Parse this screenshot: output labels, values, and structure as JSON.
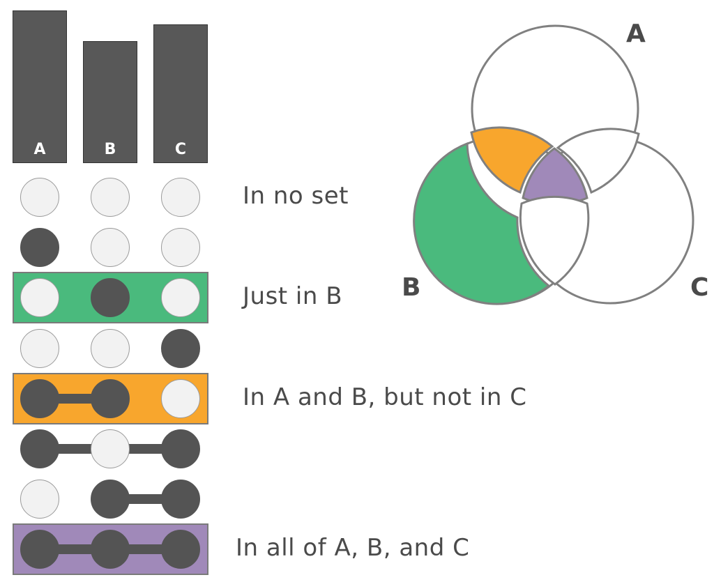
{
  "sets": [
    {
      "label": "A",
      "size": 100
    },
    {
      "label": "B",
      "size": 80
    },
    {
      "label": "C",
      "size": 91
    }
  ],
  "rows": [
    {
      "members": [
        false,
        false,
        false
      ],
      "highlight": null,
      "label": "In no set"
    },
    {
      "members": [
        true,
        false,
        false
      ],
      "highlight": null,
      "label": ""
    },
    {
      "members": [
        false,
        true,
        false
      ],
      "highlight": "green",
      "label": "Just in B"
    },
    {
      "members": [
        false,
        false,
        true
      ],
      "highlight": null,
      "label": ""
    },
    {
      "members": [
        true,
        true,
        false
      ],
      "highlight": "orange",
      "label": "In A and B, but not in C"
    },
    {
      "members": [
        true,
        false,
        true
      ],
      "highlight": null,
      "label": ""
    },
    {
      "members": [
        false,
        true,
        true
      ],
      "highlight": null,
      "label": ""
    },
    {
      "members": [
        true,
        true,
        true
      ],
      "highlight": "purple",
      "label": "In all of A, B, and C"
    }
  ],
  "venn": {
    "labels": {
      "a": "A",
      "b": "B",
      "c": "C"
    }
  },
  "colors": {
    "green": "#4aba7d",
    "orange": "#f8a62d",
    "purple": "#a089b9",
    "bar": "#585858",
    "dot_on": "#545454",
    "dot_off": "#f2f2f2",
    "outline": "#808080"
  }
}
